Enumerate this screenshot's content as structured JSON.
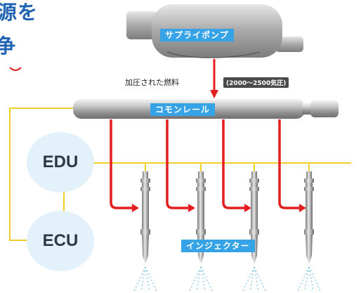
{
  "headline": {
    "line1": "源を",
    "line2": "争"
  },
  "supply_pump": {
    "label": "サプライポンプ"
  },
  "fuel_caption": "加圧された燃料",
  "pressure_note": "(2000〜2500気圧)",
  "common_rail": {
    "label": "コモンレール"
  },
  "edu": {
    "label": "EDU"
  },
  "ecu": {
    "label": "ECU"
  },
  "injector": {
    "label": "インジェクター",
    "count": 4
  },
  "colors": {
    "headline": "#1e63b4",
    "label_bg": "#35a3e6",
    "fuel_line": "#e41e1e",
    "wire": "#f2cf2c",
    "unit_circle": "#e3f1fb",
    "spray": "#7cc3ee"
  }
}
